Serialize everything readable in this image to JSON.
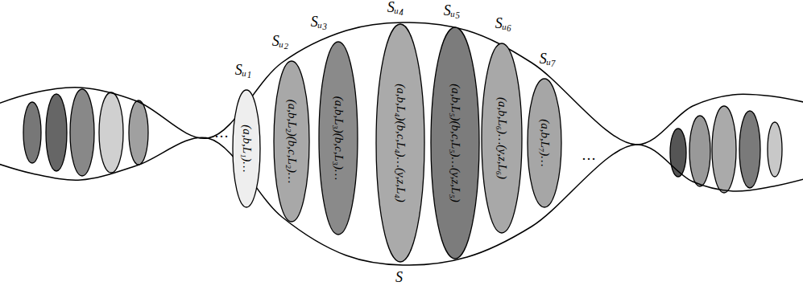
{
  "diagram": {
    "nodes": [
      {
        "text": [
          "S"
        ]
      },
      {
        "text": [
          "Sᵤ₁",
          "(a,b,L₁)…"
        ],
        "in": 0
      },
      {
        "text": [
          "Sᵤ₂",
          "(a,b,L₂)(b,c,L₂)…"
        ],
        "in": 0
      },
      {
        "text": [
          "Sᵤ₃",
          "(a,b,L₃)(b,c,L₃)…"
        ],
        "in": 0
      },
      {
        "text": [
          "Sᵤ₄",
          "(a,b,L₄)(b,c,L₄)…(y,z,L₄)"
        ],
        "in": 0
      },
      {
        "text": [
          "Sᵤ₅",
          "(a,b,L₅)(b,c,L₅)…(y,z,L₅)"
        ],
        "in": 0
      },
      {
        "text": [
          "Sᵤ₆",
          "(a,b,L₆)…(y,z,L₆)"
        ],
        "in": 0
      },
      {
        "text": [
          "Sᵤ₇",
          "(a,b,L₇)…"
        ],
        "in": 0
      }
    ],
    "labels": [
      "…",
      "…"
    ]
  }
}
